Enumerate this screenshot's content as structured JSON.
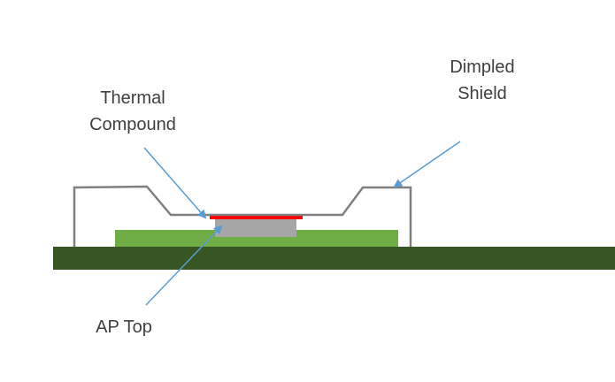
{
  "labels": {
    "thermal_compound": [
      "Thermal",
      "Compound"
    ],
    "dimpled_shield": [
      "Dimpled",
      "Shield"
    ],
    "ap_top": "AP Top"
  },
  "colors": {
    "pcb": "#375623",
    "substrate": "#70ad47",
    "ap_die": "#a6a6a6",
    "thermal_compound": "#ff0000",
    "shield": "#808080",
    "arrow": "#5b9bd5",
    "text": "#404040"
  }
}
